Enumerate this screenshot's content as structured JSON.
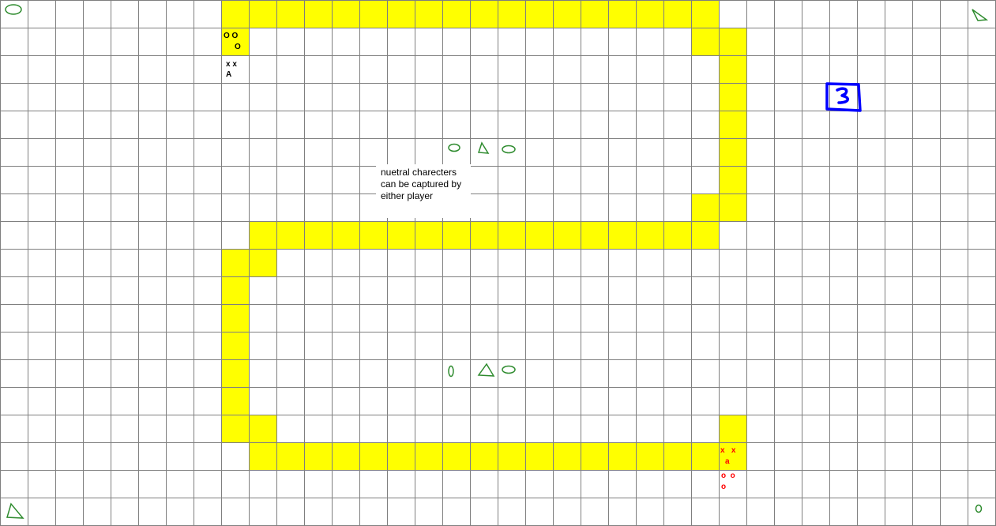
{
  "board": {
    "grid_color": "#7f7f7f",
    "path_color": "#ffff00",
    "background": "#ffffff"
  },
  "path_tiles": [
    [
      0,
      8
    ],
    [
      0,
      9
    ],
    [
      0,
      10
    ],
    [
      0,
      11
    ],
    [
      0,
      12
    ],
    [
      0,
      13
    ],
    [
      0,
      14
    ],
    [
      0,
      15
    ],
    [
      0,
      16
    ],
    [
      0,
      17
    ],
    [
      0,
      18
    ],
    [
      0,
      19
    ],
    [
      0,
      20
    ],
    [
      0,
      21
    ],
    [
      0,
      22
    ],
    [
      0,
      23
    ],
    [
      0,
      24
    ],
    [
      0,
      25
    ],
    [
      1,
      8
    ],
    [
      1,
      25
    ],
    [
      1,
      26
    ],
    [
      2,
      26
    ],
    [
      3,
      26
    ],
    [
      4,
      26
    ],
    [
      5,
      26
    ],
    [
      6,
      26
    ],
    [
      7,
      25
    ],
    [
      7,
      26
    ],
    [
      8,
      9
    ],
    [
      8,
      10
    ],
    [
      8,
      11
    ],
    [
      8,
      12
    ],
    [
      8,
      13
    ],
    [
      8,
      14
    ],
    [
      8,
      15
    ],
    [
      8,
      16
    ],
    [
      8,
      17
    ],
    [
      8,
      18
    ],
    [
      8,
      19
    ],
    [
      8,
      20
    ],
    [
      8,
      21
    ],
    [
      8,
      22
    ],
    [
      8,
      23
    ],
    [
      8,
      24
    ],
    [
      8,
      25
    ],
    [
      9,
      8
    ],
    [
      9,
      9
    ],
    [
      10,
      8
    ],
    [
      11,
      8
    ],
    [
      12,
      8
    ],
    [
      13,
      8
    ],
    [
      14,
      8
    ],
    [
      15,
      8
    ],
    [
      15,
      9
    ],
    [
      15,
      26
    ],
    [
      16,
      9
    ],
    [
      16,
      10
    ],
    [
      16,
      11
    ],
    [
      16,
      12
    ],
    [
      16,
      13
    ],
    [
      16,
      14
    ],
    [
      16,
      15
    ],
    [
      16,
      16
    ],
    [
      16,
      17
    ],
    [
      16,
      18
    ],
    [
      16,
      19
    ],
    [
      16,
      20
    ],
    [
      16,
      21
    ],
    [
      16,
      22
    ],
    [
      16,
      23
    ],
    [
      16,
      24
    ],
    [
      16,
      25
    ],
    [
      16,
      26
    ]
  ],
  "pieces": {
    "player_black": {
      "color": "#000000",
      "top_row": [
        "O O",
        "O"
      ],
      "bottom_row": [
        "x x",
        "A"
      ]
    },
    "player_red": {
      "color": "#ff0000",
      "top_row": [
        "x   x",
        "a"
      ],
      "bottom_row": [
        "o  o",
        "o"
      ]
    }
  },
  "note": {
    "lines": [
      "nuetral charecters",
      "can be captured by",
      "either player"
    ]
  },
  "icons": {
    "corner_top_left": "ellipse-icon",
    "corner_top_right": "triangle-icon",
    "corner_bottom_left": "triangle-icon",
    "corner_bottom_right": "ellipse-icon",
    "neutral_group_top": [
      "ellipse-icon",
      "triangle-icon",
      "ellipse-icon"
    ],
    "neutral_group_bottom": [
      "ellipse-icon",
      "triangle-icon",
      "ellipse-icon"
    ],
    "scribble": "blue-3-scribble-icon",
    "icon_color": "#2e8b2e",
    "scribble_color": "#0000ff"
  }
}
